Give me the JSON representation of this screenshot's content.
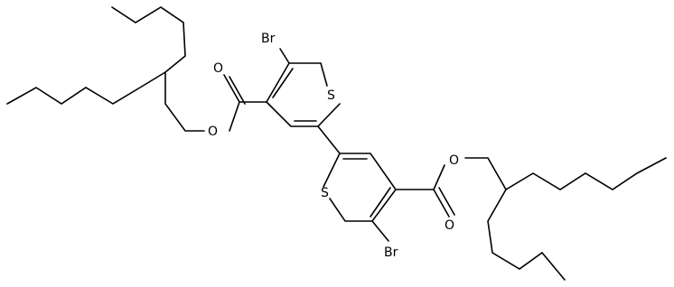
{
  "molecule": {
    "atom_labels": {
      "br_top": "Br",
      "s_top": "S",
      "o_carbonyl_top": "O",
      "o_ester_top": "O",
      "o_ester_bottom": "O",
      "s_bottom": "S",
      "o_carbonyl_bottom": "O",
      "br_bottom": "Br"
    },
    "colors": {
      "bond": "#000000",
      "label": "#000000",
      "background": "#ffffff"
    }
  }
}
